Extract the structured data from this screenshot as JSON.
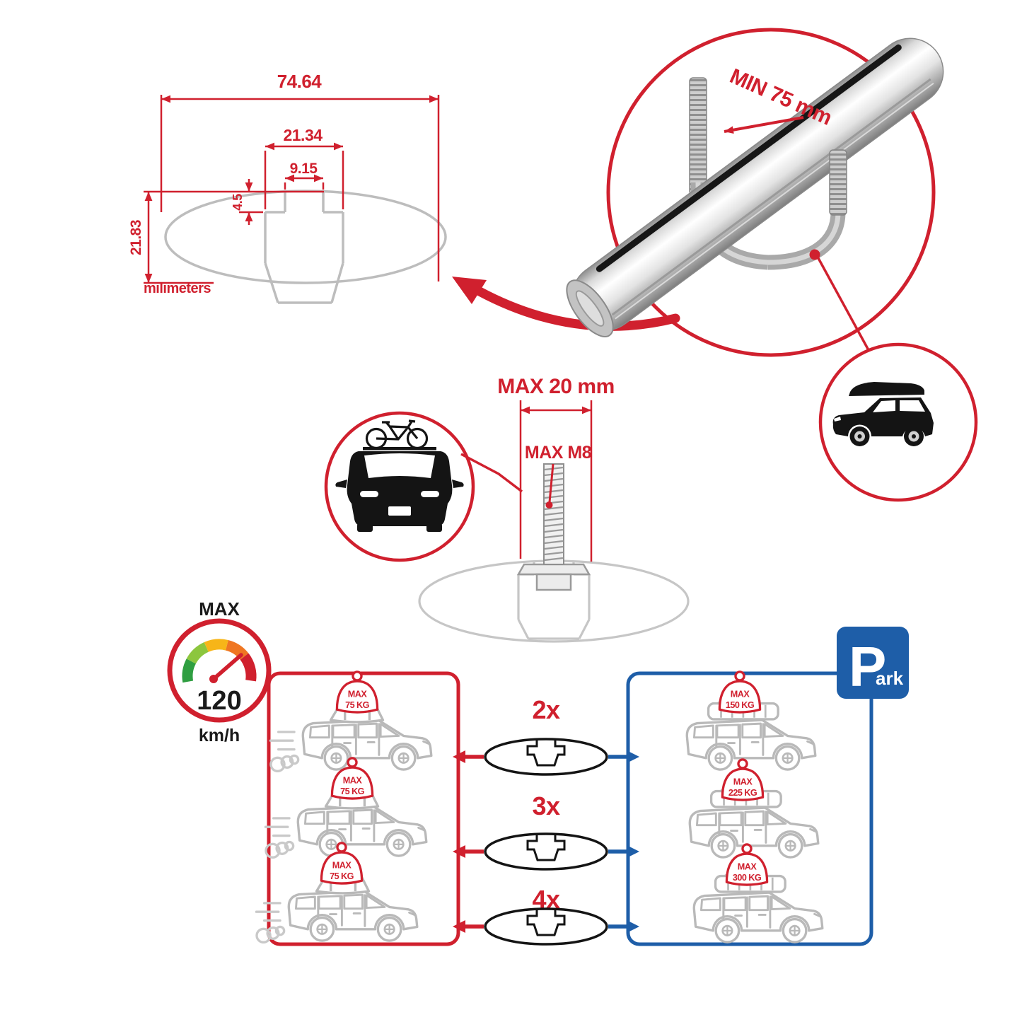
{
  "colors": {
    "red": "#d0202e",
    "blue": "#1e5ea8",
    "gray_outline": "#bdbdbd",
    "black": "#1a1a1a"
  },
  "profile_dimensions": {
    "total_width": "74.64",
    "cavity_width": "21.34",
    "opening_width": "9.15",
    "lip_depth": "4.5",
    "total_height": "21.83",
    "units_label": "milimeters"
  },
  "clamp_detail": {
    "min_clearance": "MIN 75 mm"
  },
  "bolt_detail": {
    "max_length": "MAX 20 mm",
    "max_thread": "MAX M8"
  },
  "speed_limit": {
    "label": "MAX",
    "value": "120",
    "units": "km/h"
  },
  "park_sign": {
    "letter": "P",
    "suffix": "ark"
  },
  "options": [
    {
      "count": "2x",
      "drive_tag": {
        "line1": "MAX",
        "line2": "75 KG"
      },
      "park_tag": {
        "line1": "MAX",
        "line2": "150 KG"
      }
    },
    {
      "count": "3x",
      "drive_tag": {
        "line1": "MAX",
        "line2": "75 KG"
      },
      "park_tag": {
        "line1": "MAX",
        "line2": "225 KG"
      }
    },
    {
      "count": "4x",
      "drive_tag": {
        "line1": "MAX",
        "line2": "75 KG"
      },
      "park_tag": {
        "line1": "MAX",
        "line2": "300 KG"
      }
    }
  ]
}
